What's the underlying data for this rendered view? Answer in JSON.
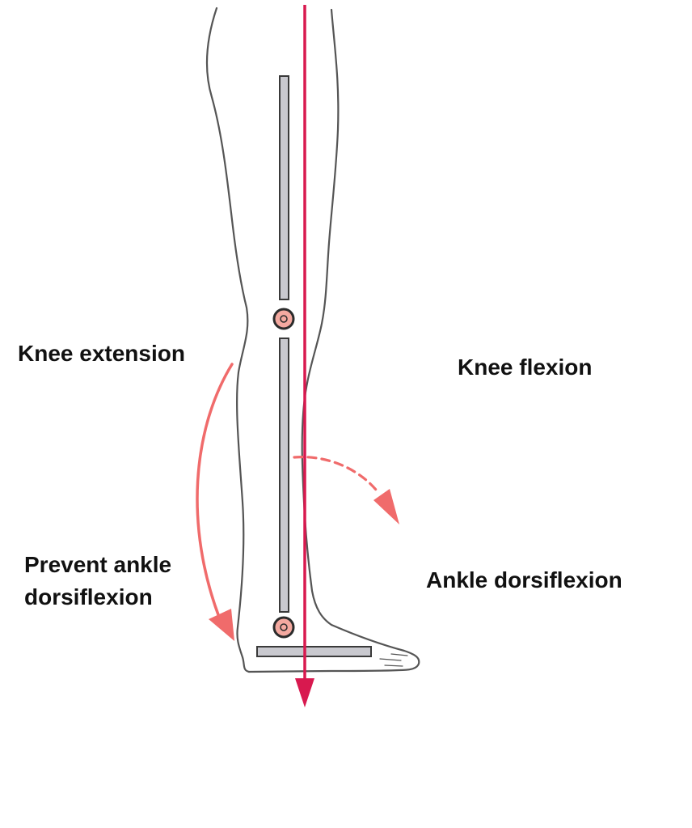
{
  "labels": {
    "knee_extension": "Knee extension",
    "knee_flexion": "Knee flexion",
    "prevent_ankle_dorsiflexion_line1": "Prevent ankle",
    "prevent_ankle_dorsiflexion_line2": "dorsiflexion",
    "ankle_dorsiflexion": "Ankle dorsiflexion"
  },
  "colors": {
    "load_line": "#d8194f",
    "arrow": "#f06b6b",
    "joint_ring": "#2b2b2b",
    "joint_fill": "#f4a9a0",
    "brace_bar": "#c9c9cf",
    "outline": "#555555"
  },
  "icons": {
    "knee_joint": "hinge-joint-icon",
    "ankle_joint": "hinge-joint-icon"
  }
}
